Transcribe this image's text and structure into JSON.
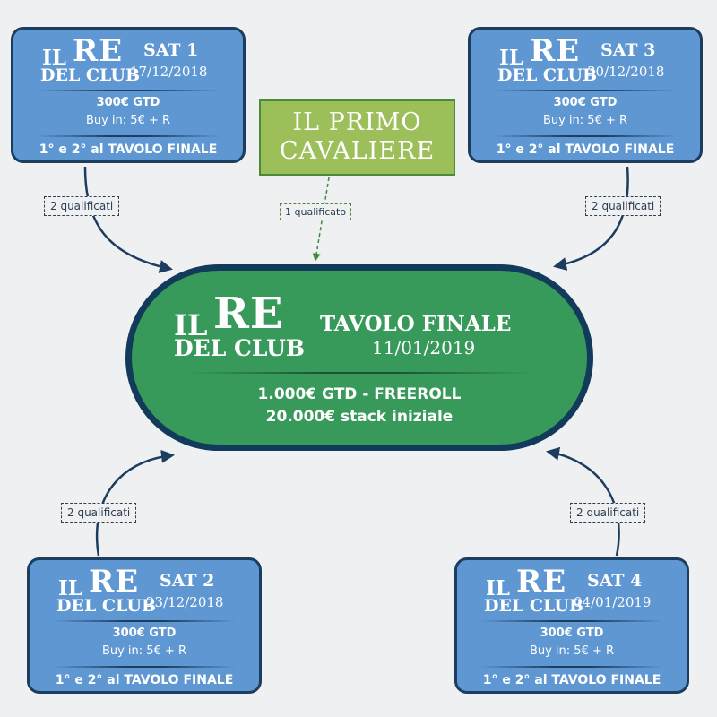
{
  "logo": {
    "il": "IL",
    "re": "RE",
    "club": "DEL CLUB"
  },
  "satellites": [
    {
      "id": "sat1",
      "name": "SAT 1",
      "date": "17/12/2018",
      "gtd": "300€ GTD",
      "buyin": "Buy in: 5€ + R",
      "finale": "1° e 2° al TAVOLO FINALE",
      "qualified": "2 qualificati"
    },
    {
      "id": "sat2",
      "name": "SAT 2",
      "date": "23/12/2018",
      "gtd": "300€ GTD",
      "buyin": "Buy in: 5€ + R",
      "finale": "1° e 2° al TAVOLO FINALE",
      "qualified": "2 qualificati"
    },
    {
      "id": "sat3",
      "name": "SAT 3",
      "date": "30/12/2018",
      "gtd": "300€ GTD",
      "buyin": "Buy in: 5€ + R",
      "finale": "1° e 2° al TAVOLO FINALE",
      "qualified": "2 qualificati"
    },
    {
      "id": "sat4",
      "name": "SAT 4",
      "date": "04/01/2019",
      "gtd": "300€ GTD",
      "buyin": "Buy in: 5€ + R",
      "finale": "1° e 2° al TAVOLO FINALE",
      "qualified": "2 qualificati"
    }
  ],
  "primo": {
    "line1": "IL PRIMO",
    "line2": "CAVALIERE",
    "qualified": "1 qualificato"
  },
  "final": {
    "title": "TAVOLO FINALE",
    "date": "11/01/2019",
    "gtd": "1.000€ GTD - FREEROLL",
    "stack": "20.000€ stack iniziale"
  },
  "colors": {
    "satellite": "#5f97d3",
    "border": "#1d3d5e",
    "final": "#389a5a",
    "primo": "#9dbf5a",
    "background": "#eef0f2"
  }
}
